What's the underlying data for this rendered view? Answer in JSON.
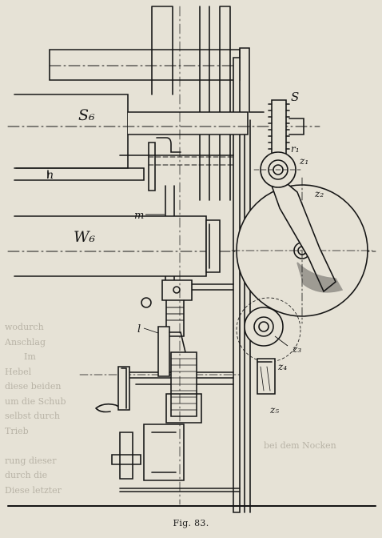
{
  "figure": {
    "caption": "Fig. 83.",
    "labels": {
      "s6": "S₆",
      "n": "n",
      "w6": "W₆",
      "m": "m",
      "s": "S",
      "r1": "r₁",
      "z1": "z₁",
      "z2": "z₂",
      "z3": "z₃",
      "z4": "z₄",
      "z5": "z₅",
      "l": "l"
    },
    "bleed_through_text": [
      "wodurch",
      "Anschlag",
      "Im",
      "Hebel",
      "diese beiden",
      "um die Schub",
      "selbst durch",
      "Trieb",
      "bei dem Nocken",
      "rung dieser",
      "durch die",
      "Diese letzter"
    ],
    "colors": {
      "paper": "#e6e2d6",
      "ink": "#151515"
    }
  }
}
